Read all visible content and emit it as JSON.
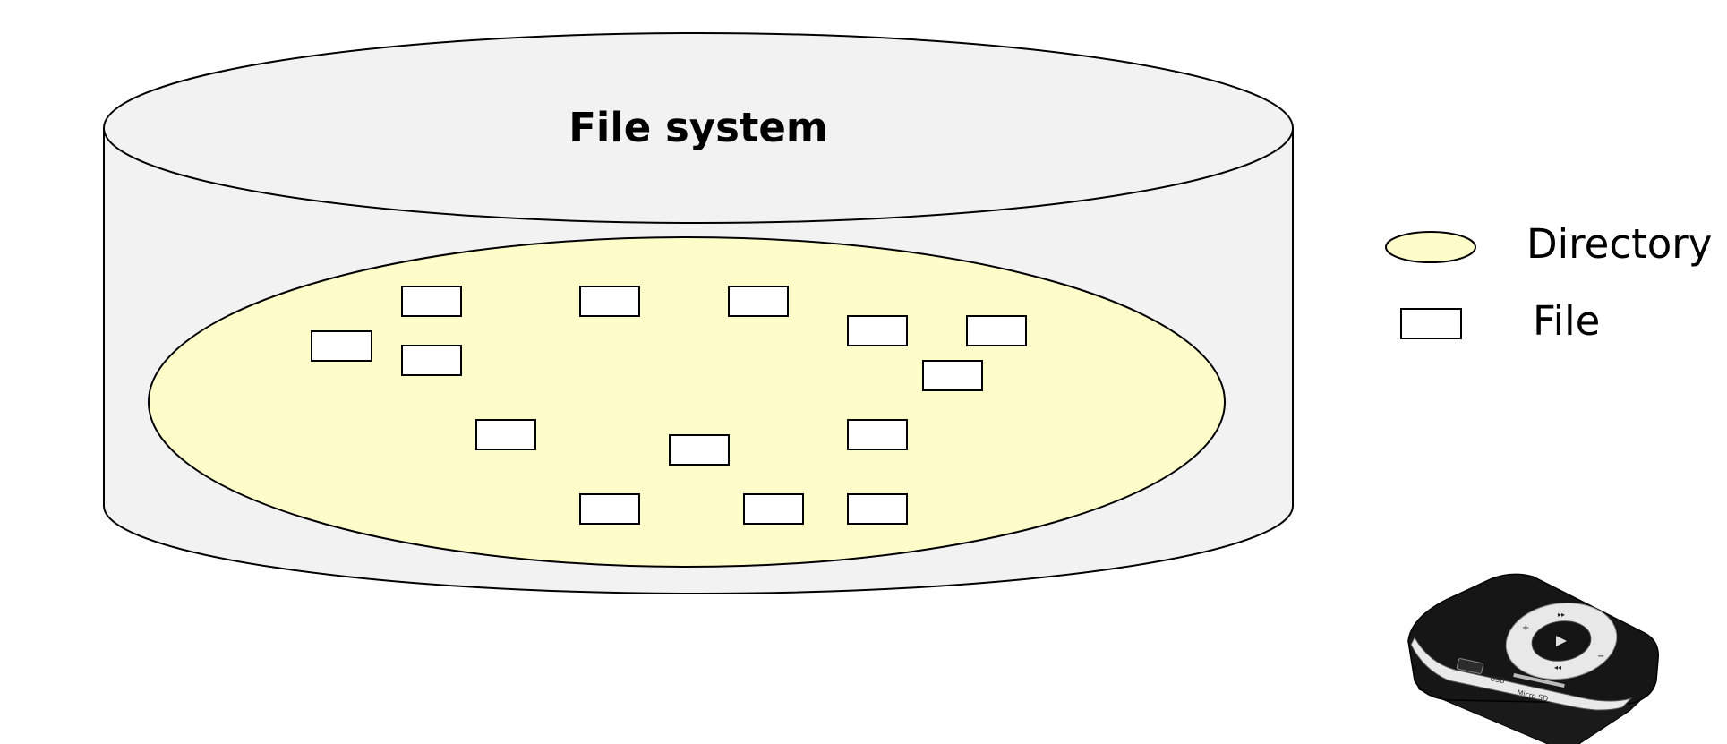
{
  "diagram": {
    "title": "File system",
    "file_count": 14
  },
  "legend": {
    "directory_label": "Directory",
    "file_label": "File"
  },
  "device": {
    "usb_label": "USB",
    "microsd_label": "Micro SD"
  },
  "colors": {
    "cylinder_fill": "#f2f2f2",
    "directory_fill": "#fefdc9",
    "file_fill": "#ffffff",
    "stroke": "#000000",
    "device_body": "#161616"
  }
}
